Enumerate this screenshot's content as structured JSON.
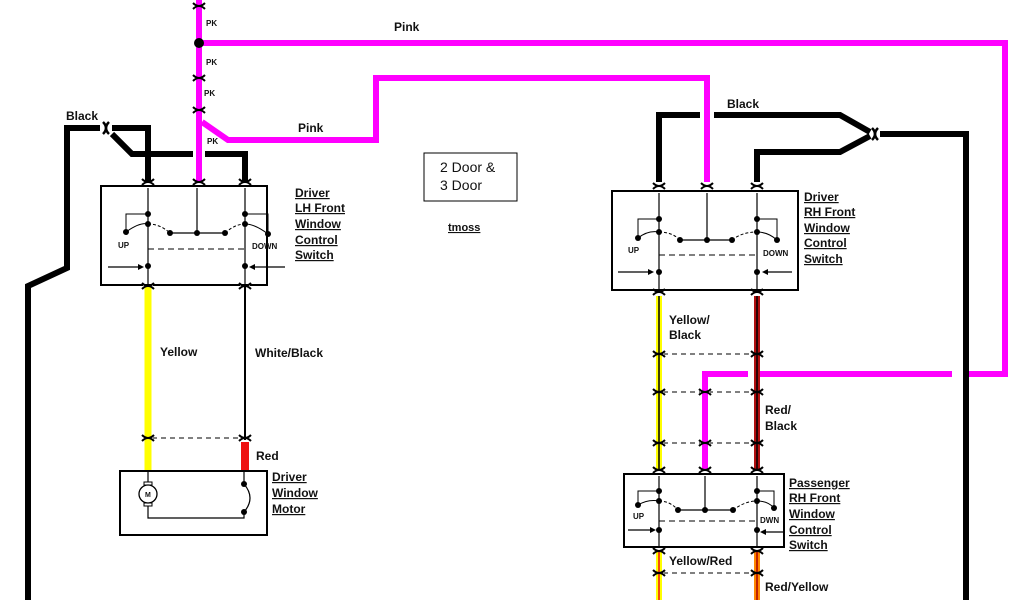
{
  "colors": {
    "pink": "#ff00ff",
    "black": "#000000",
    "yellow": "#ffff00",
    "red": "#ee1111",
    "dark_red": "#aa1111",
    "orange": "#ff8800",
    "white": "#ffffff"
  },
  "title_box": {
    "line1": "2 Door &",
    "line2": "3 Door"
  },
  "author": "tmoss",
  "wire_labels": {
    "pk_top": "PK",
    "pk_mid": "PK",
    "pk_lower": "PK",
    "pk_bottom": "PK",
    "pink_top": "Pink",
    "pink_mid": "Pink",
    "black_left": "Black",
    "black_right": "Black",
    "yellow": "Yellow",
    "white_black": "White/Black",
    "red": "Red",
    "yellow_black_1": "Yellow/",
    "yellow_black_2": "Black",
    "red_black_1": "Red/",
    "red_black_2": "Black",
    "yellow_red": "Yellow/Red",
    "red_yellow": "Red/Yellow"
  },
  "components": {
    "lh_switch": {
      "lines": [
        "Driver",
        "LH Front",
        "Window",
        "Control",
        "Switch"
      ],
      "up": "UP",
      "down": "DOWN"
    },
    "rh_switch": {
      "lines": [
        "Driver",
        "RH Front",
        "Window",
        "Control",
        "Switch"
      ],
      "up": "UP",
      "down": "DOWN"
    },
    "passenger_switch": {
      "lines": [
        "Passenger",
        "RH Front",
        "Window",
        "Control",
        "Switch"
      ],
      "up": "UP",
      "down": "DWN"
    },
    "motor": {
      "lines": [
        "Driver",
        "Window",
        "Motor"
      ],
      "symbol": "M"
    }
  }
}
